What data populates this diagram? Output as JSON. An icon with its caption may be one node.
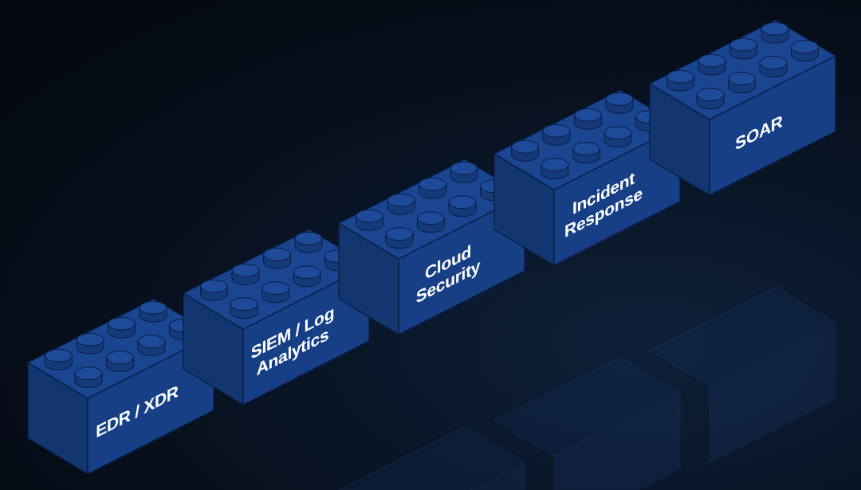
{
  "diagram": {
    "nodes": [
      {
        "text": [
          "EDR / XDR"
        ]
      },
      {
        "text": [
          "SIEM / Log Analytics"
        ]
      },
      {
        "text": [
          "Cloud Security"
        ]
      },
      {
        "text": [
          "Incident Response"
        ]
      },
      {
        "text": [
          "SOAR"
        ]
      }
    ]
  }
}
